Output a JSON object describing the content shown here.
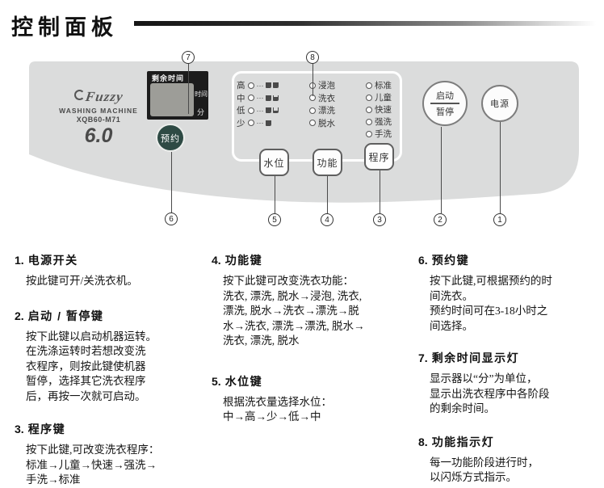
{
  "page": {
    "title": "控制面板"
  },
  "panel": {
    "brand": {
      "logo": "Fuzzy",
      "subtitle": "WASHING MACHINE",
      "model": "XQB60-M71",
      "capacity": "6.0"
    },
    "display": {
      "title": "剩余时间",
      "unit_top": "时间",
      "unit_bottom": "分"
    },
    "reserve_button": "预约",
    "water_level": {
      "dots": "···",
      "rows": [
        {
          "label": "高"
        },
        {
          "label": "中"
        },
        {
          "label": "低"
        },
        {
          "label": "少"
        }
      ],
      "button": "水位"
    },
    "function": {
      "items": [
        "浸泡",
        "洗衣",
        "漂洗",
        "脱水"
      ],
      "button": "功能"
    },
    "program": {
      "items": [
        "标准",
        "儿童",
        "快速",
        "强洗",
        "手洗"
      ],
      "button": "程序"
    },
    "start_pause": {
      "top": "启动",
      "bottom": "暂停"
    },
    "power": "电源",
    "callouts": [
      "1",
      "2",
      "3",
      "4",
      "5",
      "6",
      "7",
      "8"
    ]
  },
  "sections": [
    {
      "num": "1.",
      "title": "电源开关",
      "lines": [
        "按此键可开/关洗衣机。"
      ]
    },
    {
      "num": "2.",
      "title": "启动 / 暂停键",
      "lines": [
        "按下此键以启动机器运转。",
        "在洗涤运转时若想改变洗",
        "衣程序，则按此键使机器",
        "暂停，选择其它洗衣程序",
        "后，再按一次就可启动。"
      ]
    },
    {
      "num": "3.",
      "title": "程序键",
      "lines": [
        "按下此键,可改变洗衣程序：",
        "标准→儿童→快速→强洗→",
        "手洗→标准"
      ]
    },
    {
      "num": "4.",
      "title": "功能键",
      "lines": [
        "按下此键可改变洗衣功能：",
        "洗衣, 漂洗, 脱水→浸泡, 洗衣,",
        "漂洗, 脱水→洗衣→漂洗→脱",
        "水→洗衣, 漂洗→漂洗, 脱水→",
        "洗衣, 漂洗, 脱水"
      ]
    },
    {
      "num": "5.",
      "title": "水位键",
      "lines": [
        "根据洗衣量选择水位：",
        "中→高→少→低→中"
      ]
    },
    {
      "num": "6.",
      "title": "预约键",
      "lines": [
        "按下此键,可根据预约的时",
        "间洗衣。",
        "预约时间可在3-18小时之",
        "间选择。"
      ]
    },
    {
      "num": "7.",
      "title": "剩余时间显示灯",
      "lines": [
        "显示器以“分”为单位，",
        "显示出洗衣程序中各阶段",
        "的剩余时间。"
      ]
    },
    {
      "num": "8.",
      "title": "功能指示灯",
      "lines": [
        "每一功能阶段进行时，",
        "以闪烁方式指示。"
      ]
    }
  ]
}
